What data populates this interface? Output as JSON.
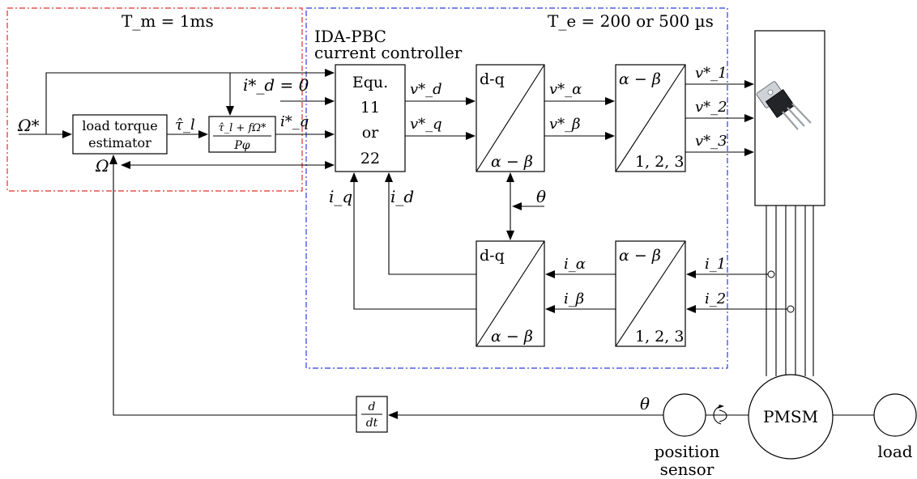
{
  "regions": {
    "mech_loop_title": "T_m = 1ms",
    "current_loop_title": "T_e = 200 or 500 µs",
    "current_loop_colors": {
      "mech": "#e0302a",
      "current": "#2b3ee0"
    }
  },
  "controller": {
    "title_line1": "IDA-PBC",
    "title_line2": "current controller"
  },
  "blocks": {
    "load_torque_line1": "load torque",
    "load_torque_line2": "estimator",
    "iq_ref_num": "τ̂_l + fΩ*",
    "iq_ref_den": "Pφ",
    "equ_line1": "Equ.",
    "equ_line2": "11",
    "equ_line3": "or",
    "equ_line4": "22",
    "dq_top_upper": "d-q",
    "dq_top_lower": "α − β",
    "ab_top_upper": "α − β",
    "ab_top_lower": "1, 2, 3",
    "dq_bot_upper": "d-q",
    "dq_bot_lower": "α − β",
    "ab_bot_upper": "α − β",
    "ab_bot_lower": "1, 2, 3",
    "deriv_num": "d",
    "deriv_den": "dt",
    "pmsm": "PMSM",
    "load": "load",
    "sensor_line1": "position",
    "sensor_line2": "sensor"
  },
  "signals": {
    "omega_ref": "Ω*",
    "omega": "Ω",
    "tau_hat": "τ̂_l",
    "id_ref": "i*_d = 0",
    "iq_ref": "i*_q",
    "vd_ref": "v*_d",
    "vq_ref": "v*_q",
    "valpha_ref": "v*_α",
    "vbeta_ref": "v*_β",
    "v1_ref": "v*_1",
    "v2_ref": "v*_2",
    "v3_ref": "v*_3",
    "iq": "i_q",
    "id": "i_d",
    "theta": "θ",
    "i_alpha": "i_α",
    "i_beta": "i_β",
    "i1": "i_1",
    "i2": "i_2"
  },
  "icons": {
    "inverter": "transistor-icon"
  }
}
